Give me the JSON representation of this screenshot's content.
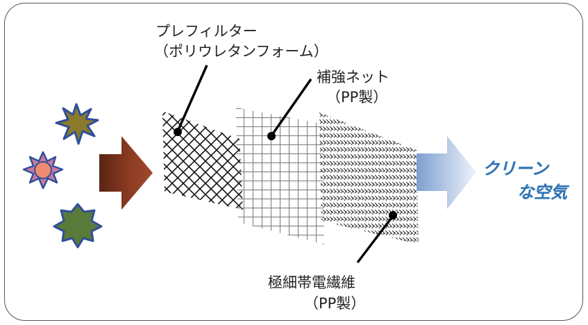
{
  "labels": {
    "prefilter_name": "プレフィルター",
    "prefilter_material": "（ポリウレタンフォーム）",
    "mesh_name": "補強ネット",
    "mesh_material": "（PP製）",
    "fiber_name": "極細帯電繊維",
    "fiber_material": "（PP製）",
    "output_line1": "クリーン",
    "output_line2": "な空気"
  },
  "colors": {
    "input_arrow_dark": "#5a2414",
    "input_arrow_light": "#a04a2e",
    "output_arrow_dark": "#7f9fd0",
    "output_arrow_light": "#eef3fb",
    "output_text": "#2f73b3",
    "star_gold": "#8a7a2a",
    "star_orange": "#f08a70",
    "star_green": "#5a7a3a",
    "star_outline": "#2f4f9a"
  },
  "icons": [
    "spiky-pollutant-icon",
    "sun-pollutant-icon",
    "heptagram-pollutant-icon",
    "prefilter-layer",
    "mesh-layer",
    "fiber-layer"
  ]
}
